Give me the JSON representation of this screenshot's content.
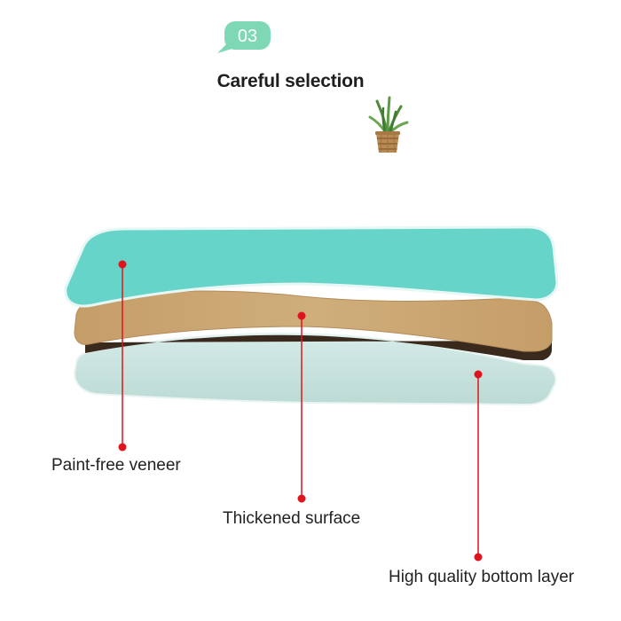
{
  "badge": {
    "number": "03",
    "color": "#7fd8b4"
  },
  "title": "Careful selection",
  "plant_icon": "potted-aloe-plant-icon",
  "layers": {
    "top_color": "#66d4c8",
    "middle_color": "#c9a471",
    "edge_color": "#3a2a1e",
    "bottom_color": "#c9e3df",
    "pointer_color": "#e0141e"
  },
  "callouts": {
    "veneer": "Paint-free veneer",
    "surface": "Thickened surface",
    "bottom": "High quality bottom layer"
  }
}
